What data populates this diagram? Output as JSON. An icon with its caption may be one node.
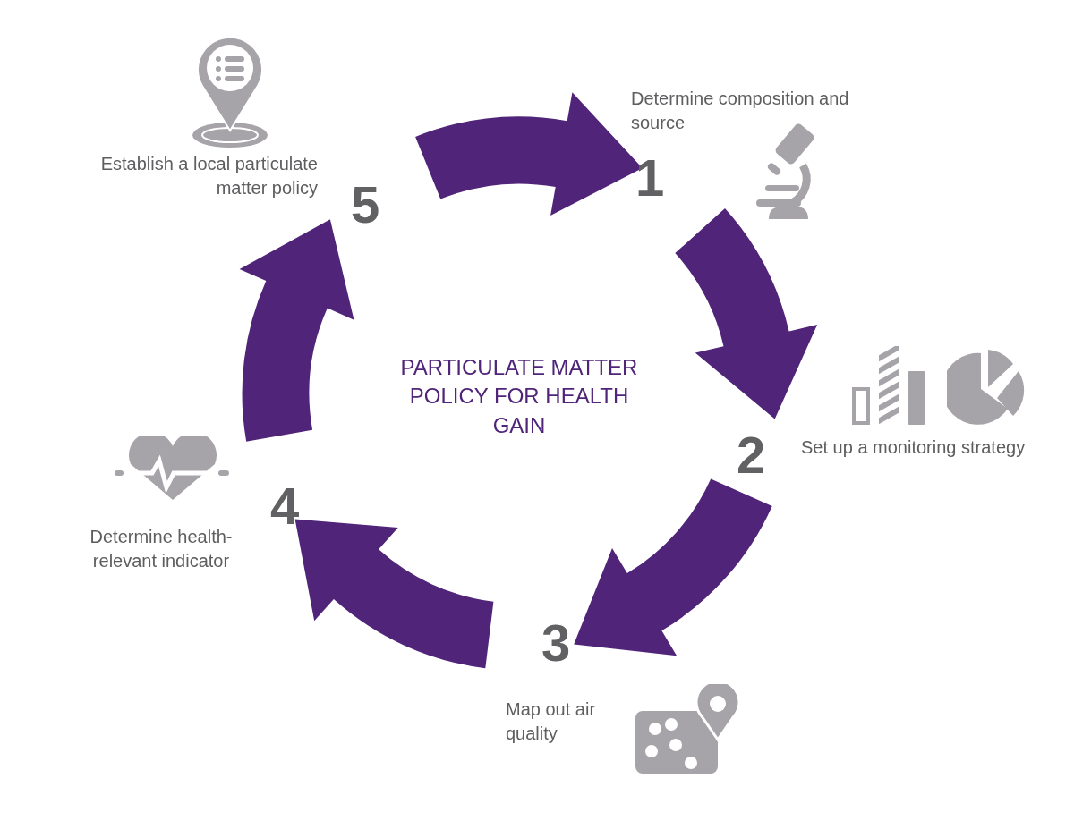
{
  "diagram": {
    "title": "PARTICULATE MATTER POLICY FOR HEALTH GAIN",
    "nodes": [
      {
        "text": [
          "Determine composition and source",
          "1"
        ]
      },
      {
        "text": [
          "2",
          "Set up a monitoring strategy"
        ]
      },
      {
        "text": [
          "3",
          "Map out air quality"
        ]
      },
      {
        "text": [
          "4",
          "Determine health-relevant indicator"
        ]
      },
      {
        "text": [
          "Establish a local particulate matter policy",
          "5"
        ]
      }
    ],
    "edges": [
      {
        "from": 4,
        "to": 0,
        "arrow": "to"
      },
      {
        "from": 0,
        "to": 1,
        "arrow": "to"
      },
      {
        "from": 1,
        "to": 2,
        "arrow": "to"
      },
      {
        "from": 2,
        "to": 3,
        "arrow": "to"
      },
      {
        "from": 3,
        "to": 4,
        "arrow": "to"
      }
    ]
  }
}
